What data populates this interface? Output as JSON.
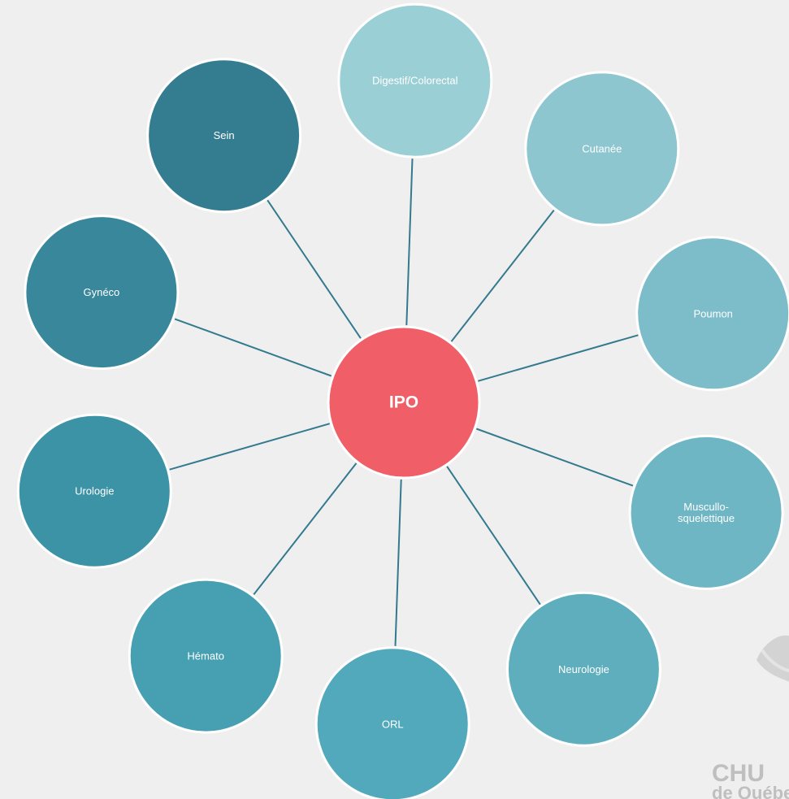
{
  "center": {
    "label": "IPO",
    "color": "#f05e67"
  },
  "spoke_color": "#337a8e",
  "nodes": [
    {
      "id": "digestif-colorectal",
      "lines": [
        "Digestif/Colorectal"
      ],
      "color": "#9bcfd6"
    },
    {
      "id": "cutanee",
      "lines": [
        "Cutanée"
      ],
      "color": "#8dc6cf"
    },
    {
      "id": "poumon",
      "lines": [
        "Poumon"
      ],
      "color": "#7dbdc9"
    },
    {
      "id": "muscullo-squelettique",
      "lines": [
        "Muscullo-",
        "squelettique"
      ],
      "color": "#6fb6c4"
    },
    {
      "id": "neurologie",
      "lines": [
        "Neurologie"
      ],
      "color": "#5faebd"
    },
    {
      "id": "orl",
      "lines": [
        "ORL"
      ],
      "color": "#52a9bb"
    },
    {
      "id": "hemato",
      "lines": [
        "Hémato"
      ],
      "color": "#47a0b2"
    },
    {
      "id": "urologie",
      "lines": [
        "Urologie"
      ],
      "color": "#3d93a6"
    },
    {
      "id": "gyneco",
      "lines": [
        "Gynéco"
      ],
      "color": "#38879b"
    },
    {
      "id": "sein",
      "lines": [
        "Sein"
      ],
      "color": "#347c8f"
    }
  ],
  "logo": {
    "line1": "CHU",
    "line2": "de Québec"
  }
}
